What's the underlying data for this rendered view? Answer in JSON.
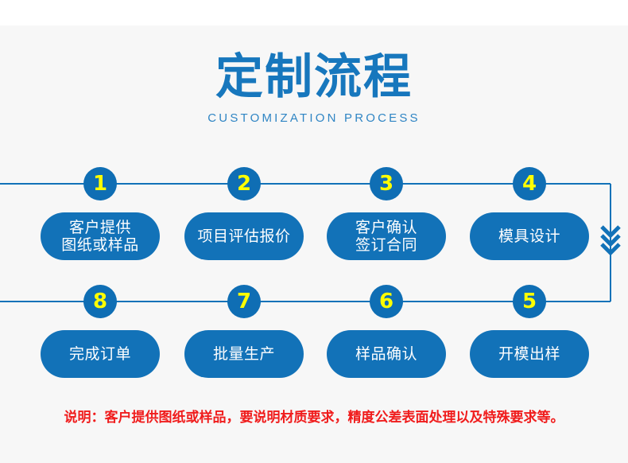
{
  "header": {
    "title": "定制流程",
    "subtitle": "CUSTOMIZATION PROCESS",
    "title_color": "#1777bd",
    "subtitle_color": "#2f85c4"
  },
  "theme": {
    "background": "#f7f7f7",
    "top_strip": "#ffffff",
    "pill_blue": "#1272b8",
    "badge_blue": "#0f6eb4",
    "badge_number_yellow": "#ffff00",
    "connector_line": "#1272b8",
    "note_red": "#f01c1c"
  },
  "flow": {
    "row1": [
      {
        "number": "1",
        "label": "客户提供\n图纸或样品"
      },
      {
        "number": "2",
        "label": "项目评估报价"
      },
      {
        "number": "3",
        "label": "客户确认\n签订合同"
      },
      {
        "number": "4",
        "label": "模具设计"
      }
    ],
    "row2": [
      {
        "number": "8",
        "label": "完成订单"
      },
      {
        "number": "7",
        "label": "批量生产"
      },
      {
        "number": "6",
        "label": "样品确认"
      },
      {
        "number": "5",
        "label": "开模出样"
      }
    ],
    "connector_icon": "chevron-down-triple-icon"
  },
  "footer": {
    "note": "说明：客户提供图纸或样品，要说明材质要求，精度公差表面处理以及特殊要求等。"
  }
}
